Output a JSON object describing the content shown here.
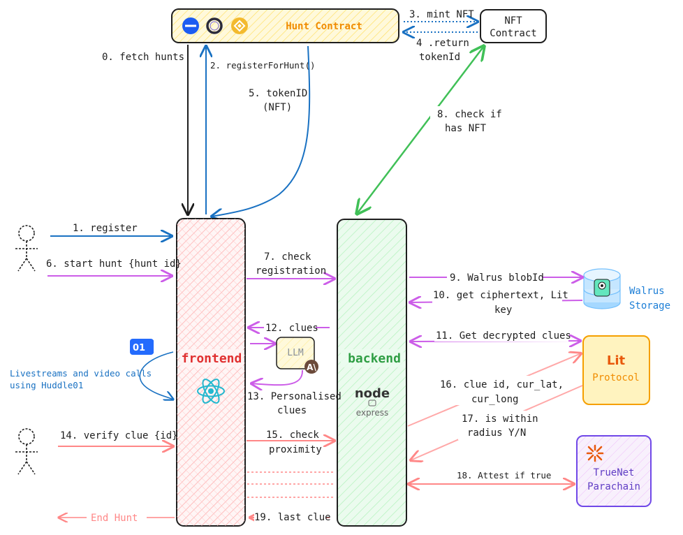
{
  "nodes": {
    "hunt_contract": "Hunt Contract",
    "nft_contract_line1": "NFT",
    "nft_contract_line2": "Contract",
    "frontend": "frontend",
    "backend": "backend",
    "llm": "LLM",
    "walrus_line1": "Walrus",
    "walrus_line2": "Storage",
    "lit_logo": "Lit",
    "lit_label": "Protocol",
    "truenet_line1": "TrueNet",
    "truenet_line2": "Parachain",
    "node_logo": "node",
    "express_logo": "express",
    "huddle_badge": "01",
    "huddle_note_line1": "Livestreams and video calls",
    "huddle_note_line2": "using Huddle01",
    "end_hunt": "End Hunt"
  },
  "steps": {
    "s0": "0. fetch hunts",
    "s1": "1. register",
    "s2": "2. registerForHunt()",
    "s3": "3. mint NFT",
    "s4_line1": "4 .return",
    "s4_line2": "tokenId",
    "s5_line1": "5. tokenID",
    "s5_line2": "(NFT)",
    "s6": "6. start hunt {hunt id}",
    "s7_line1": "7. check",
    "s7_line2": "registration",
    "s8_line1": "8. check if",
    "s8_line2": "has NFT",
    "s9": "9. Walrus blobId",
    "s10_line1": "10. get ciphertext, Lit",
    "s10_line2": "key",
    "s11": "11. Get decrypted clues",
    "s12": "12. clues",
    "s13_line1": "13. Personalised",
    "s13_line2": "clues",
    "s14": "14. verify clue {id}",
    "s15_line1": "15. check",
    "s15_line2": "proximity",
    "s16_line1": "16. clue id, cur_lat,",
    "s16_line2": "cur_long",
    "s17_line1": "17. is within",
    "s17_line2": "radius Y/N",
    "s18": "18. Attest if true",
    "s19": "19. last clue"
  },
  "colors": {
    "ink": "#1e1e1e",
    "frontend_stroke": "#e03131",
    "frontend_fill": "#ffc9c9",
    "backend_stroke": "#2f9e44",
    "backend_fill": "#b2f2bb",
    "hunt_fill": "#ffec99",
    "hunt_text": "#f08c00",
    "blue_arrow": "#1971c2",
    "violet_arrow": "#cc5de8",
    "pink_arrow": "#ff8787",
    "green_arrow": "#40c057",
    "lit_stroke": "#f59f00",
    "lit_fill": "#fff3bf",
    "lit_text": "#e8590c",
    "truenet_stroke": "#7048e8",
    "truenet_fill": "#f3f0ff",
    "truenet_text": "#5f3dc4",
    "react": "#22b8cf",
    "walrus_text": "#1c7ed6"
  }
}
